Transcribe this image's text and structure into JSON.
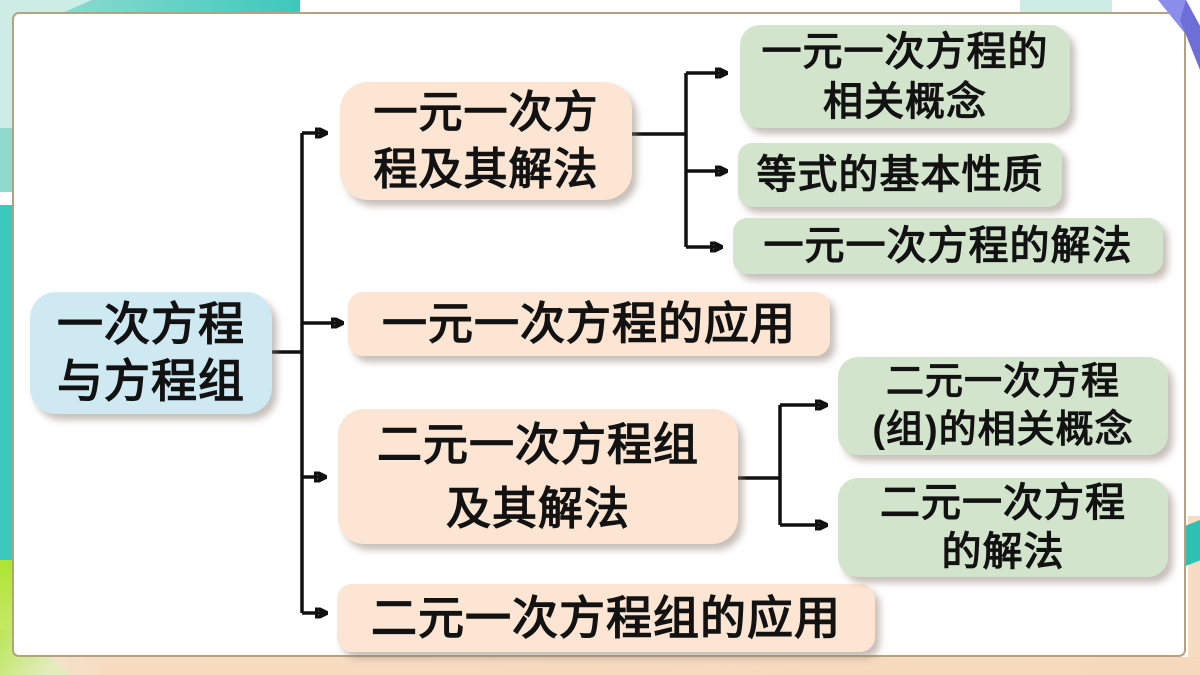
{
  "diagram": {
    "nodes": {
      "root": {
        "lines": [
          "一次方程",
          "与方程组"
        ]
      },
      "b1": {
        "lines": [
          "一元一次方",
          "程及其解法"
        ]
      },
      "b2": {
        "lines": [
          "一元一次方程的应用"
        ]
      },
      "b3": {
        "lines": [
          "二元一次方程组",
          "及其解法"
        ]
      },
      "b4": {
        "lines": [
          "二元一次方程组的应用"
        ]
      },
      "g1": {
        "lines": [
          "一元一次方程的",
          "相关概念"
        ]
      },
      "g2": {
        "lines": [
          "等式的基本性质"
        ]
      },
      "g3": {
        "lines": [
          "一元一次方程的解法"
        ]
      },
      "g4": {
        "lines": [
          "二元一次方程",
          "(组)的相关概念"
        ]
      },
      "g5": {
        "lines": [
          "二元一次方程",
          "的解法"
        ]
      }
    },
    "colors": {
      "root_fill": "#cfe9f3",
      "branch_fill": "#fce5d2",
      "leaf_fill": "#d3e4cc",
      "connector": "#111111",
      "card_bg": "#ffffff",
      "card_border": "#b7a183",
      "teal": "#3cc8bb",
      "mint": "#cdece6",
      "chartreuse": "#ade431",
      "peach_band": "#f8dcc1",
      "notch_teal": "#2fc0b4",
      "ribbon": "#8b8deb",
      "ribbon_dark": "#6d6fd6"
    }
  }
}
